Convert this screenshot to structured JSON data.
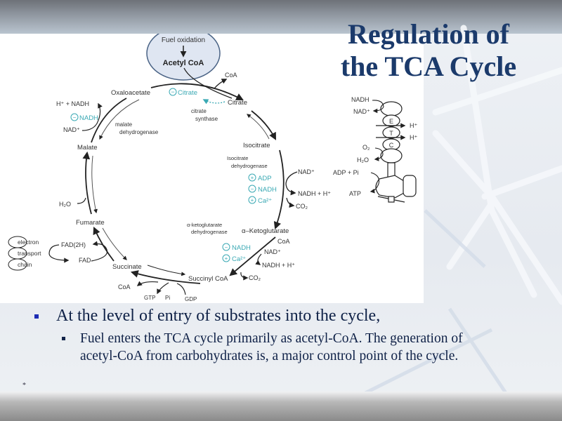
{
  "slide": {
    "title_line1": "Regulation of",
    "title_line2": "the TCA Cycle",
    "bullets": [
      {
        "level": 1,
        "text": "At the level of entry of substrates into the cycle,"
      },
      {
        "level": 2,
        "text": "Fuel enters the TCA cycle primarily as acetyl-CoA. The generation of acetyl-CoA from carbohydrates is, a major control point of the cycle."
      }
    ],
    "footnote": "*"
  },
  "colors": {
    "title": "#1b3a6b",
    "regulator": "#3aa9b4",
    "bullet_l1": "#1c2bb4",
    "diagram_ink": "#222222"
  },
  "diagram": {
    "entry": {
      "fuel": "Fuel oxidation",
      "acetyl": "Acetyl CoA"
    },
    "metabolites": {
      "oxaloacetate": "Oxaloacetate",
      "citrate": "Citrate",
      "isocitrate": "Isocitrate",
      "akg": "α–Ketoglutarate",
      "succinyl": "Succinyl CoA",
      "succinate": "Succinate",
      "fumarate": "Fumarate",
      "malate": "Malate"
    },
    "side_labels": {
      "coa_top": "CoA",
      "h_nadh": "H⁺ + NADH",
      "nad_malate": "NAD⁺",
      "h2o": "H₂O",
      "fad2h": "FAD(2H)",
      "fad": "FAD",
      "coa_succ": "CoA",
      "gtp": "GTP",
      "pi": "Pi",
      "gdp": "GDP",
      "co2_succ": "CO₂",
      "coa_akg": "CoA",
      "nad_akg": "NAD⁺",
      "nadh_akg": "NADH + H⁺",
      "nad_icd": "NAD⁺",
      "nadh_icd": "NADH + H⁺",
      "co2_icd": "CO₂"
    },
    "enzymes": {
      "cs_1": "citrate",
      "cs_2": "synthase",
      "mdh_1": "malate",
      "mdh_2": "dehydrogenase",
      "icd_1": "Isocitrate",
      "icd_2": "dehydrogenase",
      "akgdh_1": "α-ketoglutarate",
      "akgdh_2": "dehydrogenase"
    },
    "regulators": {
      "cs_citrate": {
        "sign": "−",
        "label": "Citrate"
      },
      "mdh_nadh": {
        "sign": "−",
        "label": "NADH"
      },
      "icd_adp": {
        "sign": "+",
        "label": "ADP"
      },
      "icd_nadh": {
        "sign": "−",
        "label": "NADH"
      },
      "icd_ca": {
        "sign": "+",
        "label": "Ca²⁺"
      },
      "akg_nadh": {
        "sign": "−",
        "label": "NADH"
      },
      "akg_ca": {
        "sign": "+",
        "label": "Ca²⁺"
      }
    },
    "etc_chain": {
      "l1": "electron",
      "l2": "transport",
      "l3": "chain"
    },
    "etc_right": {
      "nadh": "NADH",
      "nad": "NAD⁺",
      "e": "E",
      "t": "T",
      "c": "C",
      "h1": "H⁺",
      "h2": "H⁺",
      "o2": "O₂",
      "h2o": "H₂O",
      "adp": "ADP + Pi",
      "atp": "ATP"
    }
  }
}
